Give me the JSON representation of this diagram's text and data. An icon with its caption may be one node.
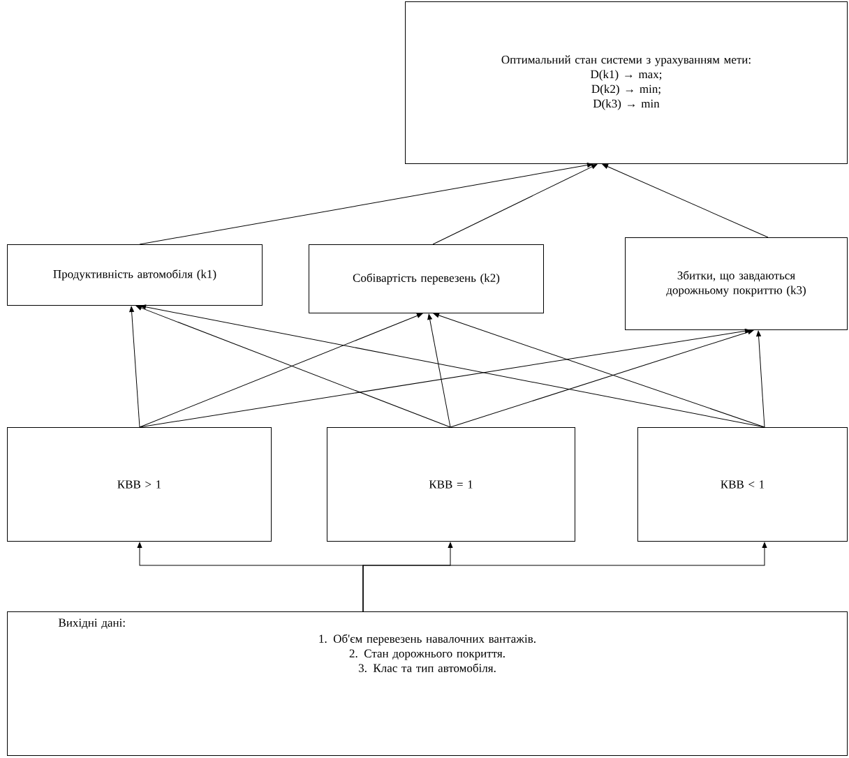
{
  "diagram": {
    "nodes": [
      {
        "text": [
          "Оптимальний стан системи з урахуванням мети:",
          "D(k1) → max;",
          "D(k2) → min;",
          "D(k3) → min"
        ]
      },
      {
        "text": [
          "Продуктивність автомобіля (k1)"
        ]
      },
      {
        "text": [
          "Собівартість перевезень (k2)"
        ]
      },
      {
        "text": [
          "Збитки, що завдаються дорожньому покриттю (k3)"
        ]
      },
      {
        "text": [
          "КВВ > 1"
        ]
      },
      {
        "text": [
          "КВВ = 1"
        ]
      },
      {
        "text": [
          "КВВ < 1"
        ]
      },
      {
        "text": [
          "Вихідні дані:",
          "1. Об'єм перевезень навалочних вантажів.",
          "2. Стан дорожнього покриття.",
          "3. Клас та тип автомобіля."
        ]
      }
    ],
    "edges": [
      {
        "from": 1,
        "to": 0,
        "arrow": "to"
      },
      {
        "from": 2,
        "to": 0,
        "arrow": "to"
      },
      {
        "from": 3,
        "to": 0,
        "arrow": "to"
      },
      {
        "from": 4,
        "to": 1,
        "arrow": "to"
      },
      {
        "from": 4,
        "to": 2,
        "arrow": "to"
      },
      {
        "from": 4,
        "to": 3,
        "arrow": "to"
      },
      {
        "from": 5,
        "to": 1,
        "arrow": "to"
      },
      {
        "from": 5,
        "to": 2,
        "arrow": "to"
      },
      {
        "from": 5,
        "to": 3,
        "arrow": "to"
      },
      {
        "from": 6,
        "to": 1,
        "arrow": "to"
      },
      {
        "from": 6,
        "to": 2,
        "arrow": "to"
      },
      {
        "from": 6,
        "to": 3,
        "arrow": "to"
      },
      {
        "from": 7,
        "to": 4,
        "arrow": "to"
      },
      {
        "from": 7,
        "to": 5,
        "arrow": "to"
      },
      {
        "from": 7,
        "to": 6,
        "arrow": "to"
      }
    ]
  }
}
